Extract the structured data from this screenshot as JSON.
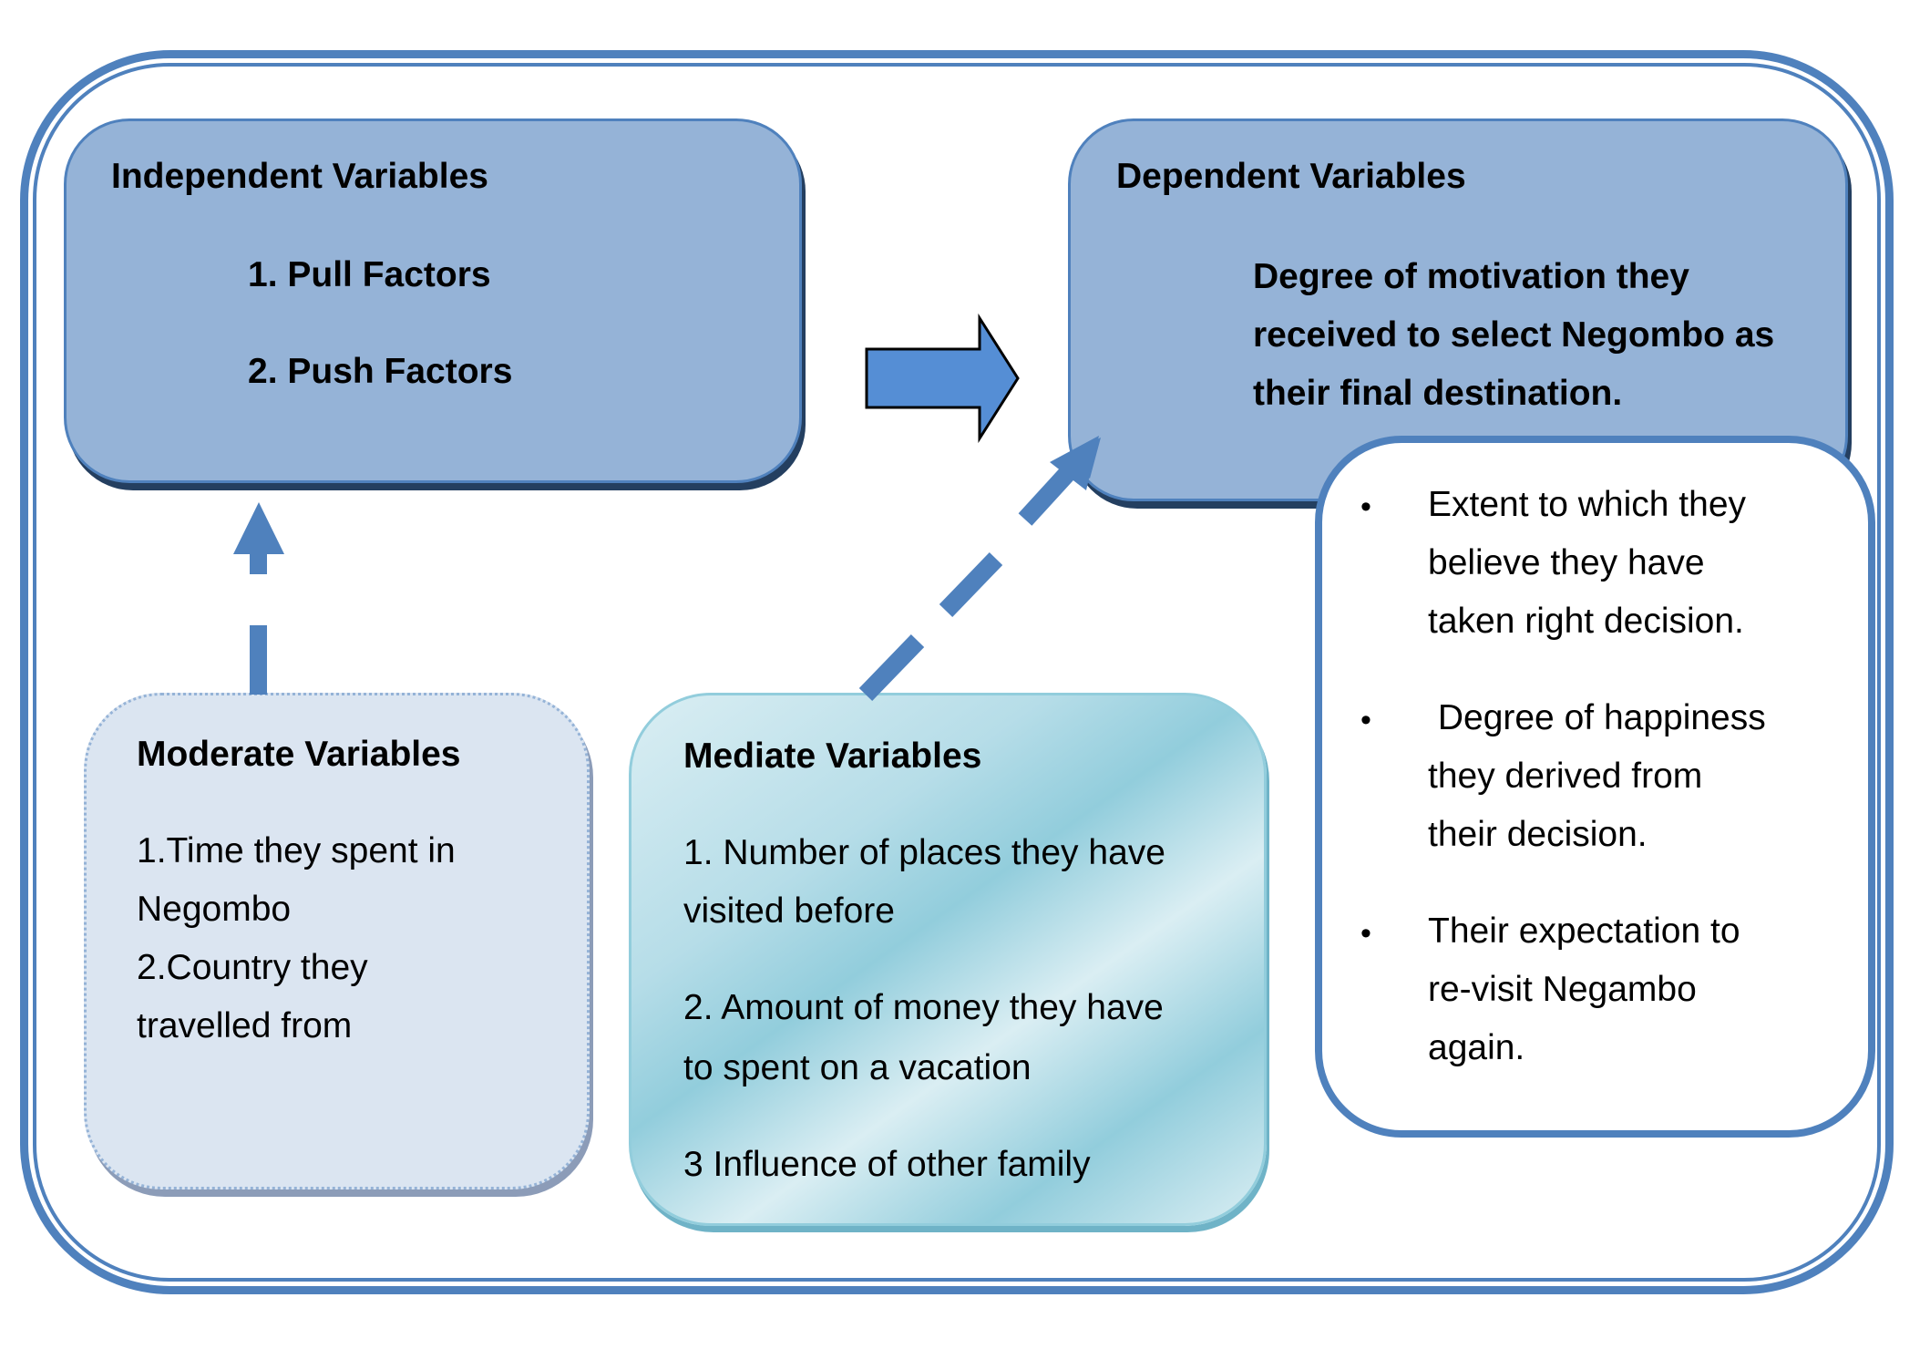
{
  "independent": {
    "title": "Independent Variables",
    "items": [
      "1. Pull Factors",
      "2. Push Factors"
    ]
  },
  "dependent": {
    "title": "Dependent Variables",
    "lines": [
      "Degree of motivation they",
      "received to select Negombo as",
      "their final destination."
    ]
  },
  "outcomes": {
    "bullets": [
      [
        "Extent to which they",
        "believe they have",
        "taken right decision."
      ],
      [
        " Degree of happiness",
        "they derived from",
        "their decision."
      ],
      [
        "Their expectation to",
        "re-visit Negambo",
        "again."
      ]
    ],
    "bullet_symbol": "•"
  },
  "moderate": {
    "title": "Moderate Variables",
    "lines": [
      "1.Time they spent in",
      "Negombo",
      "2.Country they",
      "travelled from"
    ]
  },
  "mediate": {
    "title": "Mediate Variables",
    "lines": [
      "1. Number of places they have",
      "visited before",
      "2. Amount of money they have",
      "to spent on a vacation",
      "3 Influence of other family"
    ]
  },
  "colors": {
    "primary": "#4f81bd",
    "box_fill": "#95b3d7",
    "arrow_fill": "#558ed5",
    "moderate_fill": "#dbe5f1",
    "mediate_fill": "#92cddc"
  }
}
